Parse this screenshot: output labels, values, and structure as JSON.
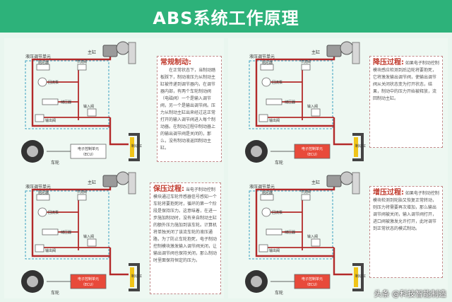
{
  "title": "ABS系统工作原理",
  "labels": {
    "master_cylinder": "主缸",
    "hydraulic_unit": "液压调节单元",
    "damper": "阻尼器",
    "throttle_valve": "节流阀",
    "return_pump": "回流泵",
    "accumulator": "储压器",
    "inlet_valve": "输入阀",
    "outlet_valve": "输出阀",
    "ecu_line1": "电子控制单元",
    "ecu_line2": "（ECU）",
    "brake_cylinder": "制动缸",
    "wheel": "车轮"
  },
  "panels": [
    {
      "title": "常规制动:",
      "desc": "在正常状态下，当制动踏板踩下，制动液压力从制动主缸被传递到调节器内，在调节器内部，有两个车轮制动阀（电磁阀）一个是输入调节阀，另一个是输出调节阀。压力从制动主缸出来经过这正常打开的输入调节阀进入每个制动器。在制动过程中制动器上的输出调节阀是关闭的，那么，没有制动液返回制动主缸。",
      "ecu_style": "normal"
    },
    {
      "title": "降压过程:",
      "desc": "如果电子制动控制模块感应检测到后边轮将要抱死，它将激发输出调节阀，使输出调节阀从关闭状态变为打开状态，结果，制动中的压力开始被释放，流回制动主缸。",
      "ecu_style": "highlight"
    },
    {
      "title": "保压过程:",
      "desc": "当电子制动控制模块通过车轮传感器信号感知一个车轮将要抱死时，循环的第一个阶段是保持压力。这意味着，在进一步施加制动时，没有来自制动主缸的额外压力施加到该车轮。计算机将单独关闭了该流车轮的液压通路，为了防止车轮抱死，电子制动控制模块激发输入调节阀关闭，让输出调节阀也保持关闭，那么制动时里面保持恒定的压力。",
      "ecu_style": "highlight"
    },
    {
      "title": "增压过程:",
      "desc": "如果电子制动控制模块检测到轮胎又恢复正常转动，则压力将需要再次增加，那么输出调节阀被关闭，输入调节阀打开，进口阀被激发允许打开，此时调节到正常状态的模式制动。",
      "ecu_style": "highlight"
    }
  ],
  "footer": "头条 @科技智能制造"
}
